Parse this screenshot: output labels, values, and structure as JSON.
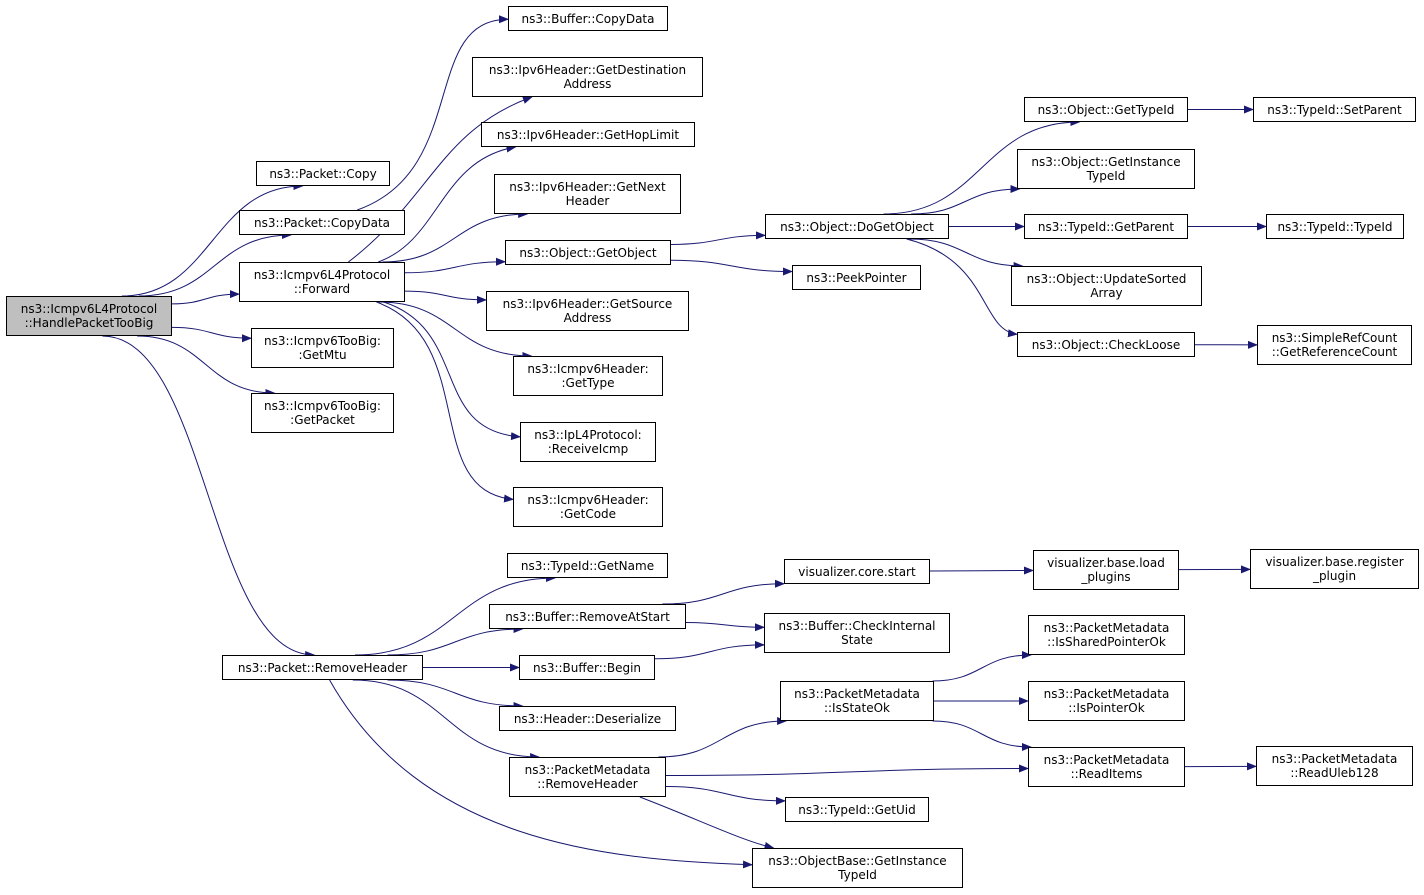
{
  "graph": {
    "edge_color": "#191970",
    "root_fill": "#bfbfbf",
    "nodes": [
      {
        "id": "root",
        "label": "ns3::Icmpv6L4Protocol\n::HandlePacketTooBig",
        "root": true
      },
      {
        "id": "pkt_copy",
        "label": "ns3::Packet::Copy"
      },
      {
        "id": "pkt_copydata",
        "label": "ns3::Packet::CopyData"
      },
      {
        "id": "forward",
        "label": "ns3::Icmpv6L4Protocol\n::Forward"
      },
      {
        "id": "toobig_mtu",
        "label": "ns3::Icmpv6TooBig:\n:GetMtu"
      },
      {
        "id": "toobig_pkt",
        "label": "ns3::Icmpv6TooBig:\n:GetPacket"
      },
      {
        "id": "pkt_removehdr",
        "label": "ns3::Packet::RemoveHeader"
      },
      {
        "id": "buf_copydata",
        "label": "ns3::Buffer::CopyData"
      },
      {
        "id": "ipv6_dest",
        "label": "ns3::Ipv6Header::GetDestination\nAddress"
      },
      {
        "id": "ipv6_hop",
        "label": "ns3::Ipv6Header::GetHopLimit"
      },
      {
        "id": "ipv6_next",
        "label": "ns3::Ipv6Header::GetNext\nHeader"
      },
      {
        "id": "obj_getobject",
        "label": "ns3::Object::GetObject"
      },
      {
        "id": "ipv6_src",
        "label": "ns3::Ipv6Header::GetSource\nAddress"
      },
      {
        "id": "icmp_type",
        "label": "ns3::Icmpv6Header:\n:GetType"
      },
      {
        "id": "ipl4_recv",
        "label": "ns3::IpL4Protocol:\n:ReceiveIcmp"
      },
      {
        "id": "icmp_code",
        "label": "ns3::Icmpv6Header:\n:GetCode"
      },
      {
        "id": "obj_dogetobject",
        "label": "ns3::Object::DoGetObject"
      },
      {
        "id": "peekpointer",
        "label": "ns3::PeekPointer"
      },
      {
        "id": "obj_gettypeid",
        "label": "ns3::Object::GetTypeId"
      },
      {
        "id": "obj_getinsttypeid",
        "label": "ns3::Object::GetInstance\nTypeId"
      },
      {
        "id": "typeid_getparent",
        "label": "ns3::TypeId::GetParent"
      },
      {
        "id": "obj_updatesorted",
        "label": "ns3::Object::UpdateSorted\nArray"
      },
      {
        "id": "obj_checkloose",
        "label": "ns3::Object::CheckLoose"
      },
      {
        "id": "typeid_setparent",
        "label": "ns3::TypeId::SetParent"
      },
      {
        "id": "typeid_typeid",
        "label": "ns3::TypeId::TypeId"
      },
      {
        "id": "simplerefcount",
        "label": "ns3::SimpleRefCount\n::GetReferenceCount"
      },
      {
        "id": "typeid_getname",
        "label": "ns3::TypeId::GetName"
      },
      {
        "id": "buf_removeatstart",
        "label": "ns3::Buffer::RemoveAtStart"
      },
      {
        "id": "buf_begin",
        "label": "ns3::Buffer::Begin"
      },
      {
        "id": "hdr_deserialize",
        "label": "ns3::Header::Deserialize"
      },
      {
        "id": "pm_removehdr",
        "label": "ns3::PacketMetadata\n::RemoveHeader"
      },
      {
        "id": "objbase_getinst",
        "label": "ns3::ObjectBase::GetInstance\nTypeId"
      },
      {
        "id": "vis_core_start",
        "label": "visualizer.core.start"
      },
      {
        "id": "buf_checkinternal",
        "label": "ns3::Buffer::CheckInternal\nState"
      },
      {
        "id": "pm_isstateok",
        "label": "ns3::PacketMetadata\n::IsStateOk"
      },
      {
        "id": "typeid_getuid",
        "label": "ns3::TypeId::GetUid"
      },
      {
        "id": "vis_base_load",
        "label": "visualizer.base.load\n_plugins"
      },
      {
        "id": "vis_base_register",
        "label": "visualizer.base.register\n_plugin"
      },
      {
        "id": "pm_issharedptr",
        "label": "ns3::PacketMetadata\n::IsSharedPointerOk"
      },
      {
        "id": "pm_isptrok",
        "label": "ns3::PacketMetadata\n::IsPointerOk"
      },
      {
        "id": "pm_readitems",
        "label": "ns3::PacketMetadata\n::ReadItems"
      },
      {
        "id": "pm_readuleb",
        "label": "ns3::PacketMetadata\n::ReadUleb128"
      }
    ],
    "edges": [
      [
        "root",
        "pkt_copy"
      ],
      [
        "root",
        "pkt_copydata"
      ],
      [
        "root",
        "forward"
      ],
      [
        "root",
        "toobig_mtu"
      ],
      [
        "root",
        "toobig_pkt"
      ],
      [
        "root",
        "pkt_removehdr"
      ],
      [
        "pkt_copydata",
        "buf_copydata"
      ],
      [
        "forward",
        "ipv6_dest"
      ],
      [
        "forward",
        "ipv6_hop"
      ],
      [
        "forward",
        "ipv6_next"
      ],
      [
        "forward",
        "obj_getobject"
      ],
      [
        "forward",
        "ipv6_src"
      ],
      [
        "forward",
        "icmp_type"
      ],
      [
        "forward",
        "ipl4_recv"
      ],
      [
        "forward",
        "icmp_code"
      ],
      [
        "obj_getobject",
        "obj_dogetobject"
      ],
      [
        "obj_getobject",
        "peekpointer"
      ],
      [
        "obj_dogetobject",
        "obj_gettypeid"
      ],
      [
        "obj_dogetobject",
        "obj_getinsttypeid"
      ],
      [
        "obj_dogetobject",
        "typeid_getparent"
      ],
      [
        "obj_dogetobject",
        "obj_updatesorted"
      ],
      [
        "obj_dogetobject",
        "obj_checkloose"
      ],
      [
        "obj_gettypeid",
        "typeid_setparent"
      ],
      [
        "typeid_getparent",
        "typeid_typeid"
      ],
      [
        "obj_checkloose",
        "simplerefcount"
      ],
      [
        "pkt_removehdr",
        "typeid_getname"
      ],
      [
        "pkt_removehdr",
        "buf_removeatstart"
      ],
      [
        "pkt_removehdr",
        "buf_begin"
      ],
      [
        "pkt_removehdr",
        "hdr_deserialize"
      ],
      [
        "pkt_removehdr",
        "pm_removehdr"
      ],
      [
        "pkt_removehdr",
        "objbase_getinst"
      ],
      [
        "buf_removeatstart",
        "vis_core_start"
      ],
      [
        "buf_removeatstart",
        "buf_checkinternal"
      ],
      [
        "buf_begin",
        "buf_checkinternal"
      ],
      [
        "vis_core_start",
        "vis_base_load"
      ],
      [
        "vis_base_load",
        "vis_base_register"
      ],
      [
        "pm_removehdr",
        "pm_isstateok"
      ],
      [
        "pm_removehdr",
        "pm_readitems"
      ],
      [
        "pm_removehdr",
        "typeid_getuid"
      ],
      [
        "pm_removehdr",
        "objbase_getinst"
      ],
      [
        "pm_isstateok",
        "pm_issharedptr"
      ],
      [
        "pm_isstateok",
        "pm_isptrok"
      ],
      [
        "pm_isstateok",
        "pm_readitems"
      ],
      [
        "pm_readitems",
        "pm_readuleb"
      ]
    ]
  }
}
